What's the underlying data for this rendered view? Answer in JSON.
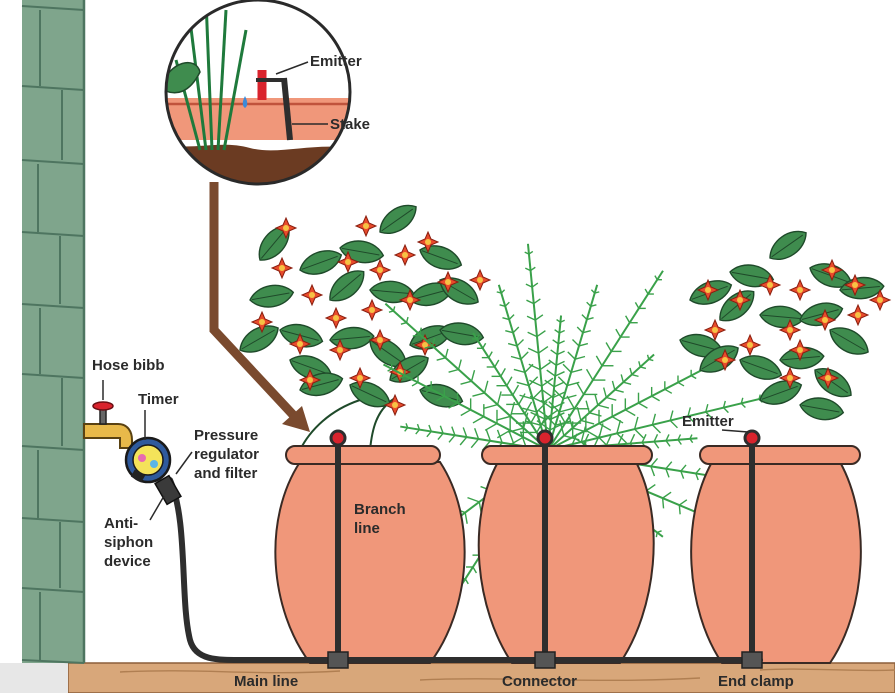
{
  "labels": {
    "emitter_detail": "Emitter",
    "stake": "Stake",
    "hose_bibb": "Hose bibb",
    "timer": "Timer",
    "pressure_regulator": [
      "Pressure",
      "regulator",
      "and filter"
    ],
    "anti_siphon": [
      "Anti-",
      "siphon",
      "device"
    ],
    "branch_line": [
      "Branch",
      "line"
    ],
    "emitter": "Emitter",
    "main_line": "Main line",
    "connector": "Connector",
    "end_clamp": "End clamp"
  },
  "colors": {
    "siding": "#7fa58c",
    "siding_line": "#4e7560",
    "pot": "#f0977a",
    "pot_outline": "#3a2a24",
    "soil": "#6b3b22",
    "tube": "#2e2e2e",
    "deck": "#d8a77a",
    "leaf": "#3f8c4e",
    "fern": "#5ec26a",
    "flower": "#e94b2c",
    "flower_center": "#f6c244",
    "emitter_red": "#d9232d"
  },
  "icons": [
    "hose-bibb-icon",
    "timer-icon",
    "emitter-icon",
    "stake-icon",
    "water-drop-icon"
  ]
}
